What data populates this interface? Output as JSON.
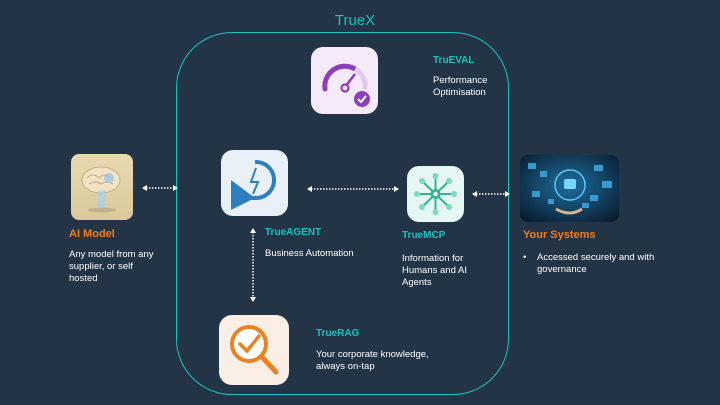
{
  "frame": {
    "title": "TrueX"
  },
  "colors": {
    "accent_teal": "#17c3be",
    "accent_orange": "#f07d1a",
    "background": "#243447"
  },
  "components": {
    "ai_model": {
      "name": "AI Model",
      "description": "Any model from any supplier, or self hosted",
      "icon": "brain-image"
    },
    "true_eval": {
      "name": "TruEVAL",
      "description_lines": [
        "Performance",
        "Optimisation"
      ],
      "icon": "speedometer-check-icon"
    },
    "true_agent": {
      "name": "TrueAGENT",
      "description": "Business Automation",
      "icon": "play-lightning-icon"
    },
    "true_mcp": {
      "name": "TrueMCP",
      "description": "Information for Humans and AI Agents",
      "icon": "hub-network-icon"
    },
    "true_rag": {
      "name": "TrueRAG",
      "description": "Your corporate knowledge, always on-tap",
      "icon": "magnifier-check-icon"
    },
    "your_systems": {
      "name": "Your Systems",
      "bullets": [
        "Accessed securely and with governance"
      ],
      "icon": "digital-systems-image"
    }
  }
}
